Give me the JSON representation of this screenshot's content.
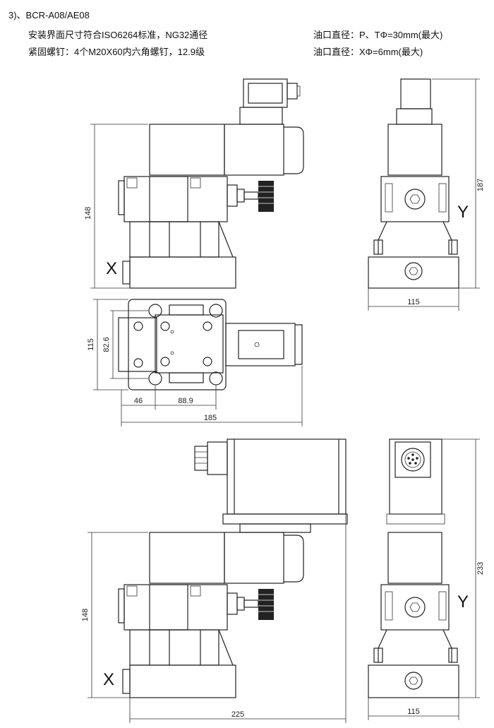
{
  "header": {
    "title": "3)、BCR-A08/AE08",
    "line1": "安装界面尺寸符合ISO6264标准，NG32通径",
    "line2": "紧固螺钉：4个M20X60内六角螺钉，12.9级",
    "port1": "油口直径：P、TΦ=30mm(最大)",
    "port2": "油口直径：XΦ=6mm(最大)"
  },
  "dimensions": {
    "side_height_top": "148",
    "front_height_top": "187",
    "front_width_top": "115",
    "plan_height": "115",
    "plan_inner_height": "82.6",
    "plan_offset": "46",
    "plan_pitch": "88.9",
    "plan_width": "185",
    "side_height_bottom": "148",
    "front_height_bottom": "233",
    "side_width_bottom": "225",
    "front_width_bottom": "115"
  },
  "ports": {
    "x_top": "X",
    "y_top": "Y",
    "x_bottom": "X",
    "y_bottom": "Y"
  }
}
